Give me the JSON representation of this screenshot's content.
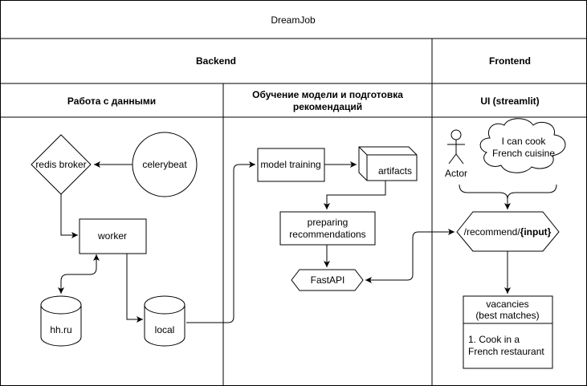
{
  "title": "DreamJob",
  "lanes": {
    "backend": "Backend",
    "frontend": "Frontend",
    "data": "Работа с данными",
    "training_line1": "Обучение модели и подготовка",
    "training_line2": "рекомендаций",
    "ui": "UI (streamlit)"
  },
  "nodes": {
    "redis_broker": "redis broker",
    "celerybeat": "celerybeat",
    "worker": "worker",
    "hh_ru": "hh.ru",
    "local": "local",
    "model_training": "model training",
    "artifacts": "artifacts",
    "preparing_line1": "preparing",
    "preparing_line2": "recommendations",
    "fastapi": "FastAPI",
    "actor": "Actor",
    "cloud_line1": "I can cook",
    "cloud_line2": "French cuisine",
    "recommend_prefix": "/recommend/",
    "recommend_input": "{input}",
    "vacancies_line1": "vacancies",
    "vacancies_line2": "(best matches)",
    "vacancy_item_line1": "1. Cook in a",
    "vacancy_item_line2": "French restaurant"
  }
}
